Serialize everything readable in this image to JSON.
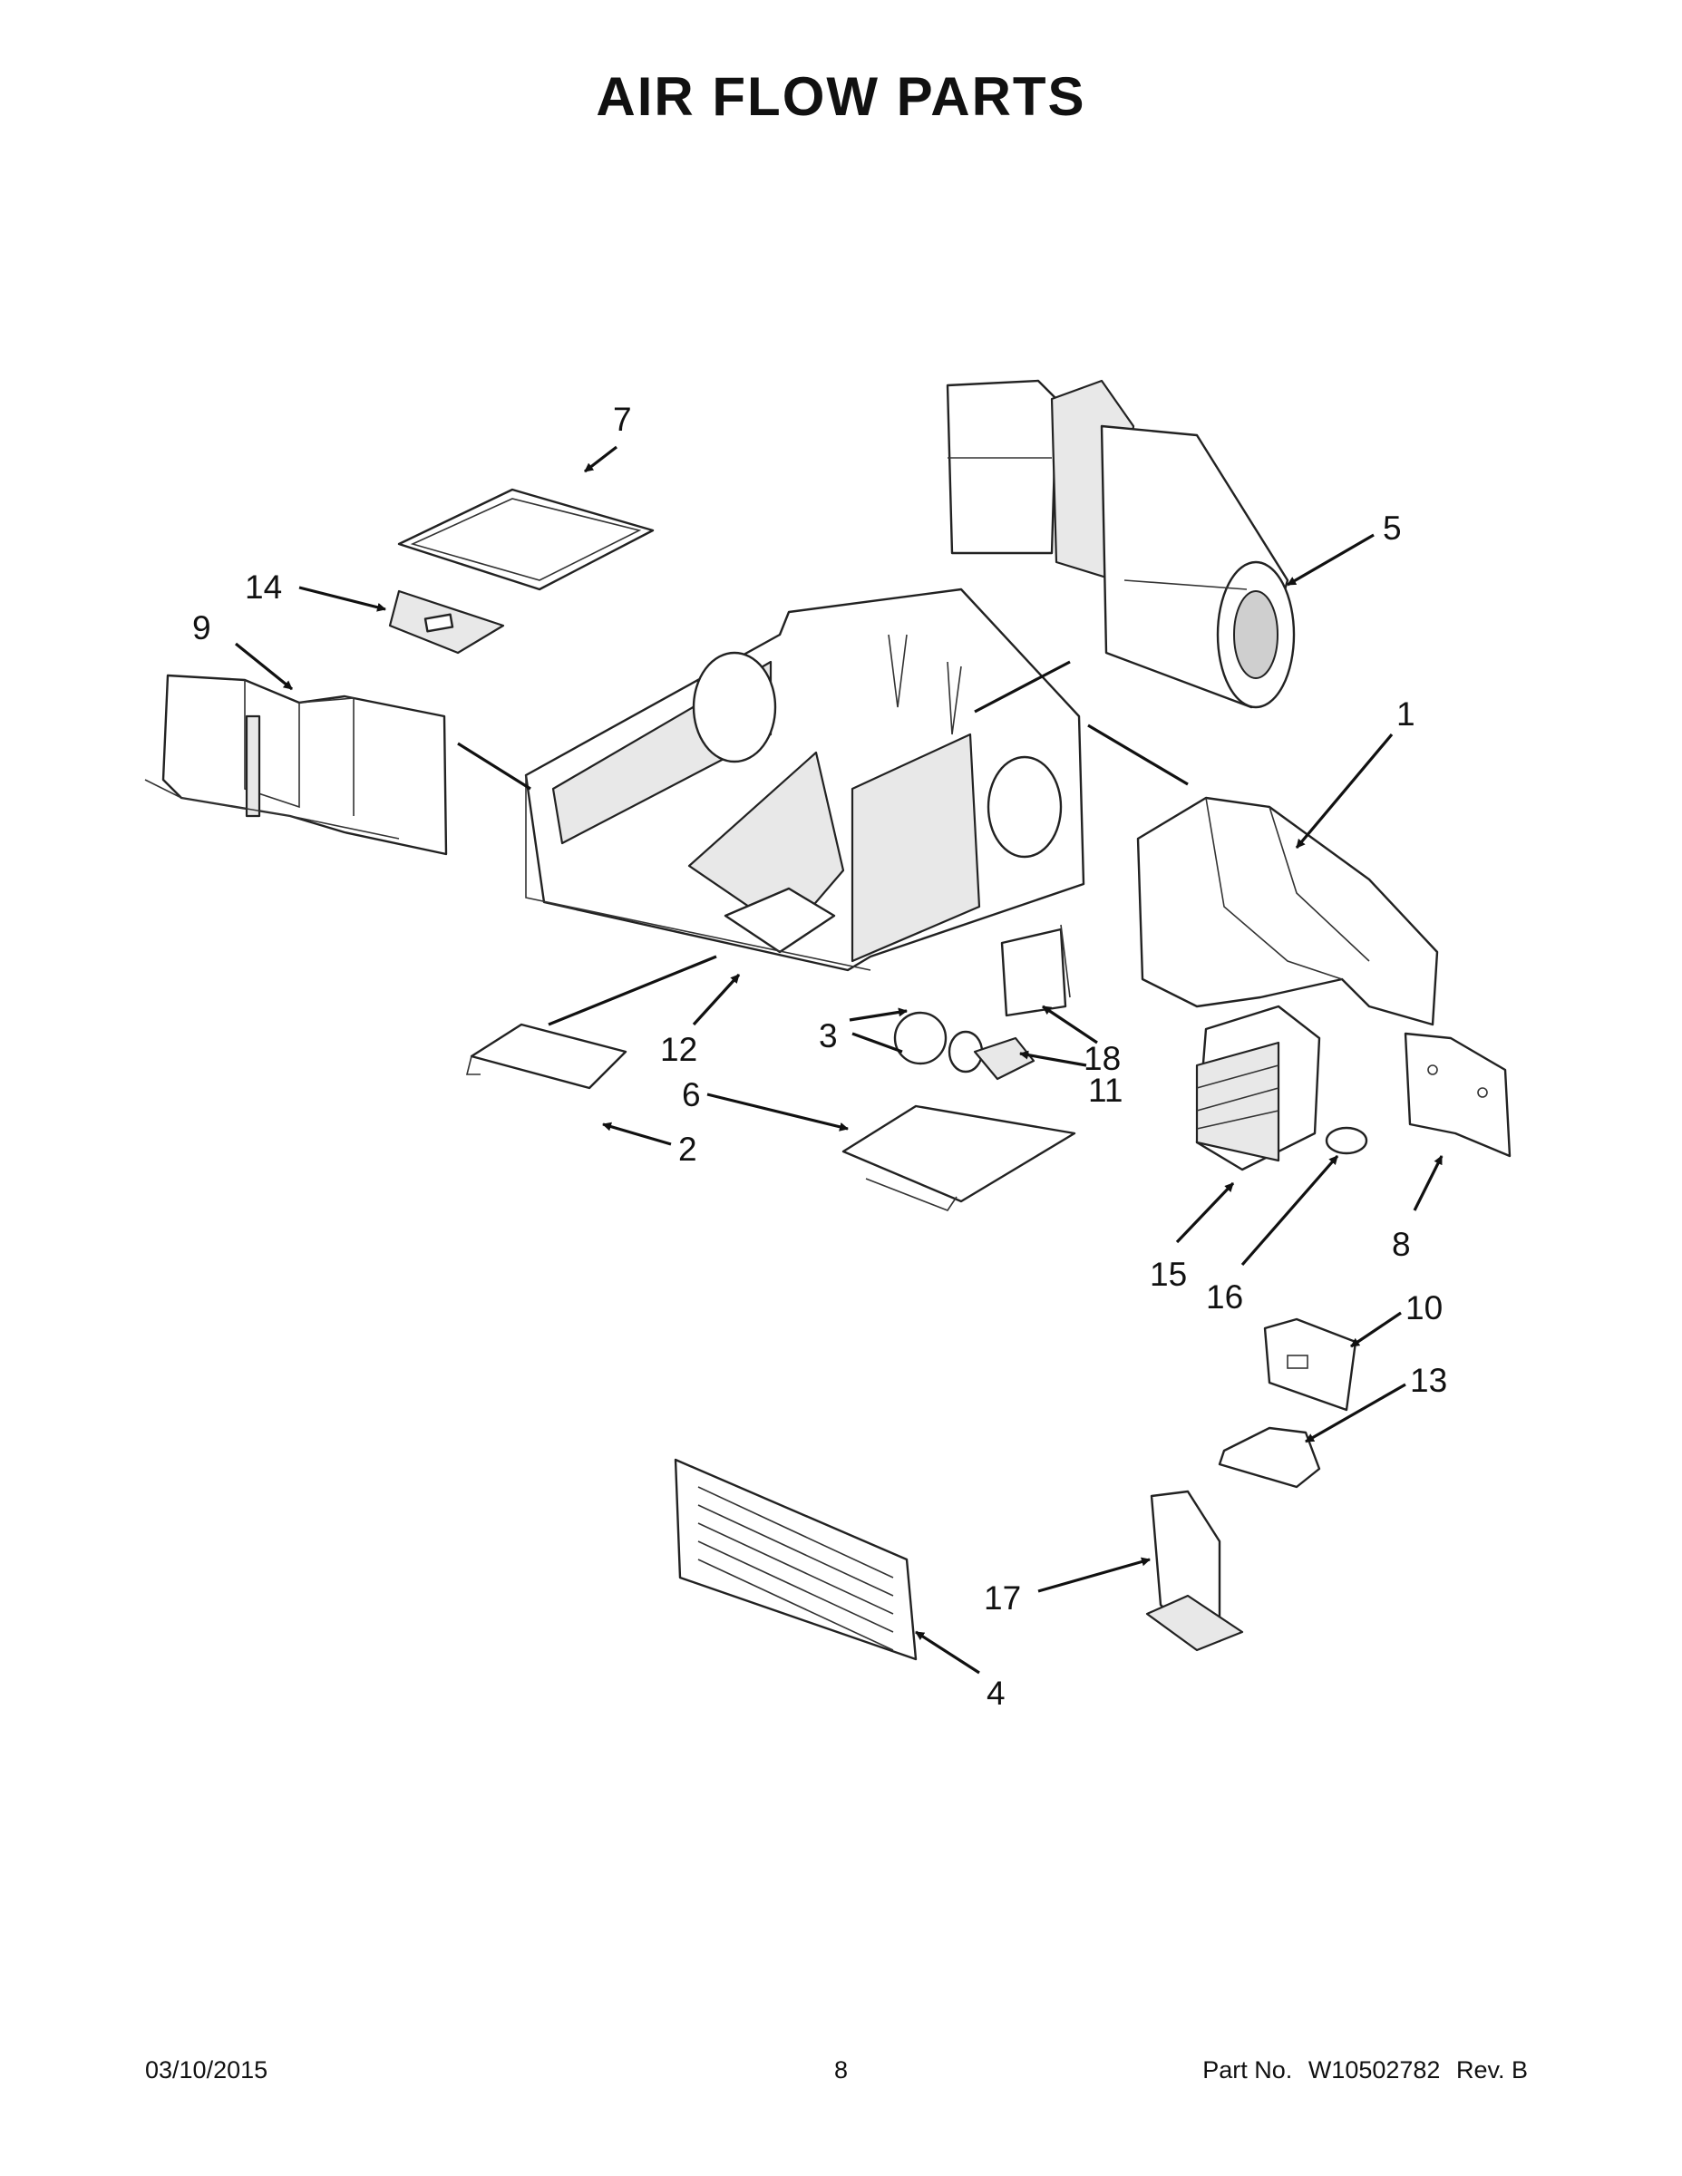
{
  "title": "AIR FLOW PARTS",
  "callouts": [
    {
      "id": "c1",
      "label": "1"
    },
    {
      "id": "c2",
      "label": "2"
    },
    {
      "id": "c3",
      "label": "3"
    },
    {
      "id": "c4",
      "label": "4"
    },
    {
      "id": "c5",
      "label": "5"
    },
    {
      "id": "c6",
      "label": "6"
    },
    {
      "id": "c7",
      "label": "7"
    },
    {
      "id": "c8",
      "label": "8"
    },
    {
      "id": "c9",
      "label": "9"
    },
    {
      "id": "c10",
      "label": "10"
    },
    {
      "id": "c11",
      "label": "11"
    },
    {
      "id": "c12",
      "label": "12"
    },
    {
      "id": "c13",
      "label": "13"
    },
    {
      "id": "c14",
      "label": "14"
    },
    {
      "id": "c15",
      "label": "15"
    },
    {
      "id": "c16",
      "label": "16"
    },
    {
      "id": "c17",
      "label": "17"
    },
    {
      "id": "c18",
      "label": "18"
    }
  ],
  "footer": {
    "date": "03/10/2015",
    "page": "8",
    "part_label": "Part No.",
    "part_number": "W10502782",
    "revision": "Rev.  B"
  }
}
